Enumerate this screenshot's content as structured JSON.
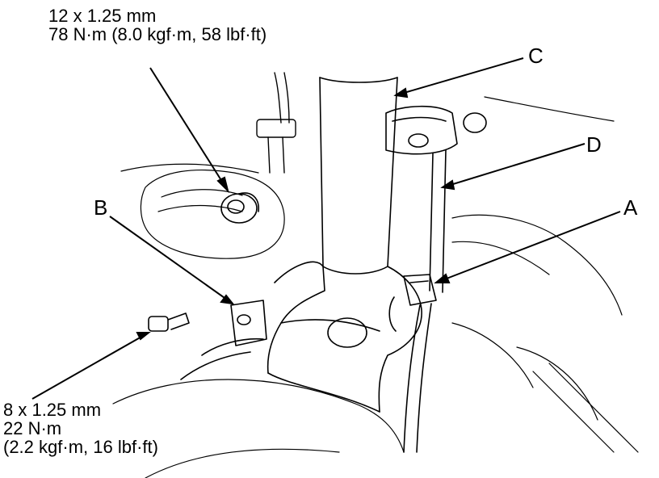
{
  "spec_top": {
    "line1": "12 x 1.25 mm",
    "line2": "78 N·m (8.0 kgf·m, 58 lbf·ft)"
  },
  "spec_bottom": {
    "line1": "8 x 1.25 mm",
    "line2": "22 N·m",
    "line3": "(2.2 kgf·m, 16 lbf·ft)"
  },
  "callouts": {
    "a": "A",
    "b": "B",
    "c": "C",
    "d": "D"
  }
}
